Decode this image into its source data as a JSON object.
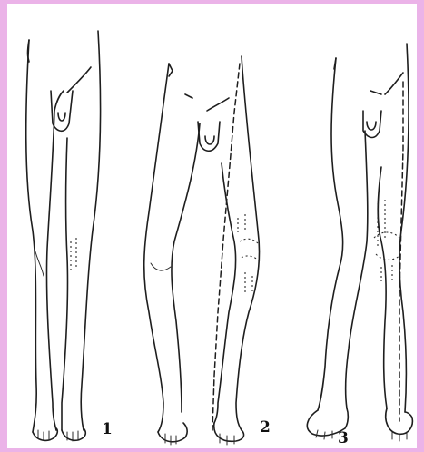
{
  "colors": {
    "border": "#ebb3e8",
    "background": "#ffffff",
    "ink": "#1e1e1e"
  },
  "figures": [
    {
      "label": "1"
    },
    {
      "label": "2"
    },
    {
      "label": "3"
    }
  ]
}
